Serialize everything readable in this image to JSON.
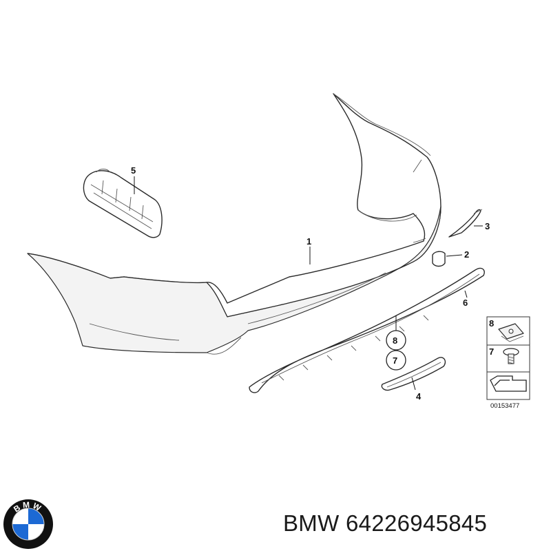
{
  "diagram": {
    "callouts": {
      "part_1": "1",
      "part_2": "2",
      "part_3": "3",
      "part_4": "4",
      "part_5": "5",
      "part_6": "6",
      "part_7": "7",
      "part_8": "8"
    },
    "legend": {
      "item_8": "8",
      "item_7": "7",
      "code": "00153477"
    }
  },
  "footer": {
    "brand": "BMW",
    "part_number": "64226945845",
    "logo_letters": "BMW"
  },
  "colors": {
    "logo_blue": "#1c69d4",
    "logo_ring": "#111111",
    "line": "#2a2a2a"
  }
}
